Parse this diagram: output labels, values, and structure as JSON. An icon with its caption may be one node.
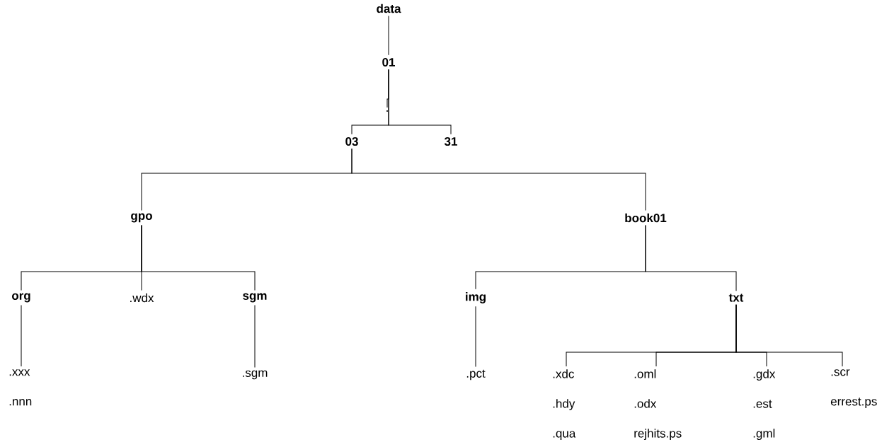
{
  "diagram": {
    "nodes": [
      {
        "text": [
          "data"
        ]
      },
      {
        "text": [
          "01"
        ]
      },
      {
        "text": [
          "03"
        ]
      },
      {
        "text": [
          "."
        ]
      },
      {
        "text": [
          "31"
        ]
      },
      {
        "text": [
          "gpo"
        ]
      },
      {
        "text": [
          "book01"
        ]
      },
      {
        "text": [
          "org"
        ]
      },
      {
        "text": [
          ".wdx"
        ]
      },
      {
        "text": [
          "sgm"
        ]
      },
      {
        "text": [
          "img"
        ]
      },
      {
        "text": [
          "txt"
        ]
      },
      {
        "text": [
          ".xxx",
          ".nnn"
        ]
      },
      {
        "text": [
          ".sgm"
        ]
      },
      {
        "text": [
          ".pct"
        ]
      },
      {
        "text": [
          ".xdc",
          ".hdy",
          ".qua"
        ]
      },
      {
        "text": [
          ".oml",
          ".odx",
          "rejhits.ps"
        ]
      },
      {
        "text": [
          ".gdx",
          ".est",
          ".gml"
        ]
      },
      {
        "text": [
          ".scr",
          "errest.ps"
        ]
      }
    ],
    "edges": [
      {
        "from": 0,
        "to": 1,
        "arrow": "none"
      },
      {
        "from": 1,
        "to": 2,
        "arrow": "none"
      },
      {
        "from": 1,
        "to": 3,
        "arrow": "none"
      },
      {
        "from": 1,
        "to": 4,
        "arrow": "none"
      },
      {
        "from": 2,
        "to": 5,
        "arrow": "none"
      },
      {
        "from": 2,
        "to": 6,
        "arrow": "none"
      },
      {
        "from": 5,
        "to": 7,
        "arrow": "none"
      },
      {
        "from": 5,
        "to": 8,
        "arrow": "none"
      },
      {
        "from": 5,
        "to": 9,
        "arrow": "none"
      },
      {
        "from": 6,
        "to": 10,
        "arrow": "none"
      },
      {
        "from": 6,
        "to": 11,
        "arrow": "none"
      },
      {
        "from": 7,
        "to": 12,
        "arrow": "none"
      },
      {
        "from": 9,
        "to": 13,
        "arrow": "none"
      },
      {
        "from": 10,
        "to": 14,
        "arrow": "none"
      },
      {
        "from": 11,
        "to": 15,
        "arrow": "none"
      },
      {
        "from": 11,
        "to": 16,
        "arrow": "none"
      },
      {
        "from": 11,
        "to": 17,
        "arrow": "none"
      },
      {
        "from": 11,
        "to": 18,
        "arrow": "none"
      }
    ]
  }
}
